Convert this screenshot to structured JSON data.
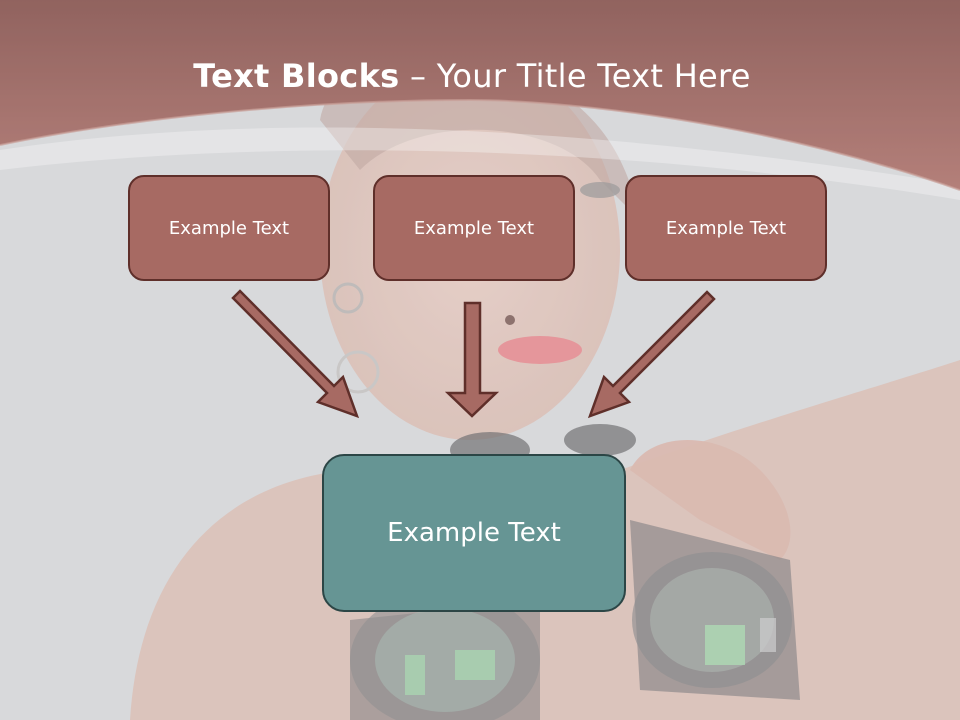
{
  "slide": {
    "title_bold": "Text Blocks",
    "title_dash": " – ",
    "title_rest": "Your Title Text Here"
  },
  "blocks": {
    "top_left": "Example Text",
    "top_center": "Example Text",
    "top_right": "Example Text",
    "bottom": "Example Text"
  },
  "colors": {
    "header_band": "#a0605a",
    "box_fill": "#a76a63",
    "box_border": "#5f2f2a",
    "center_box_fill": "#669594",
    "center_box_border": "#2c4646",
    "arrow_fill": "#a76a63",
    "arrow_stroke": "#5f2f2a"
  }
}
